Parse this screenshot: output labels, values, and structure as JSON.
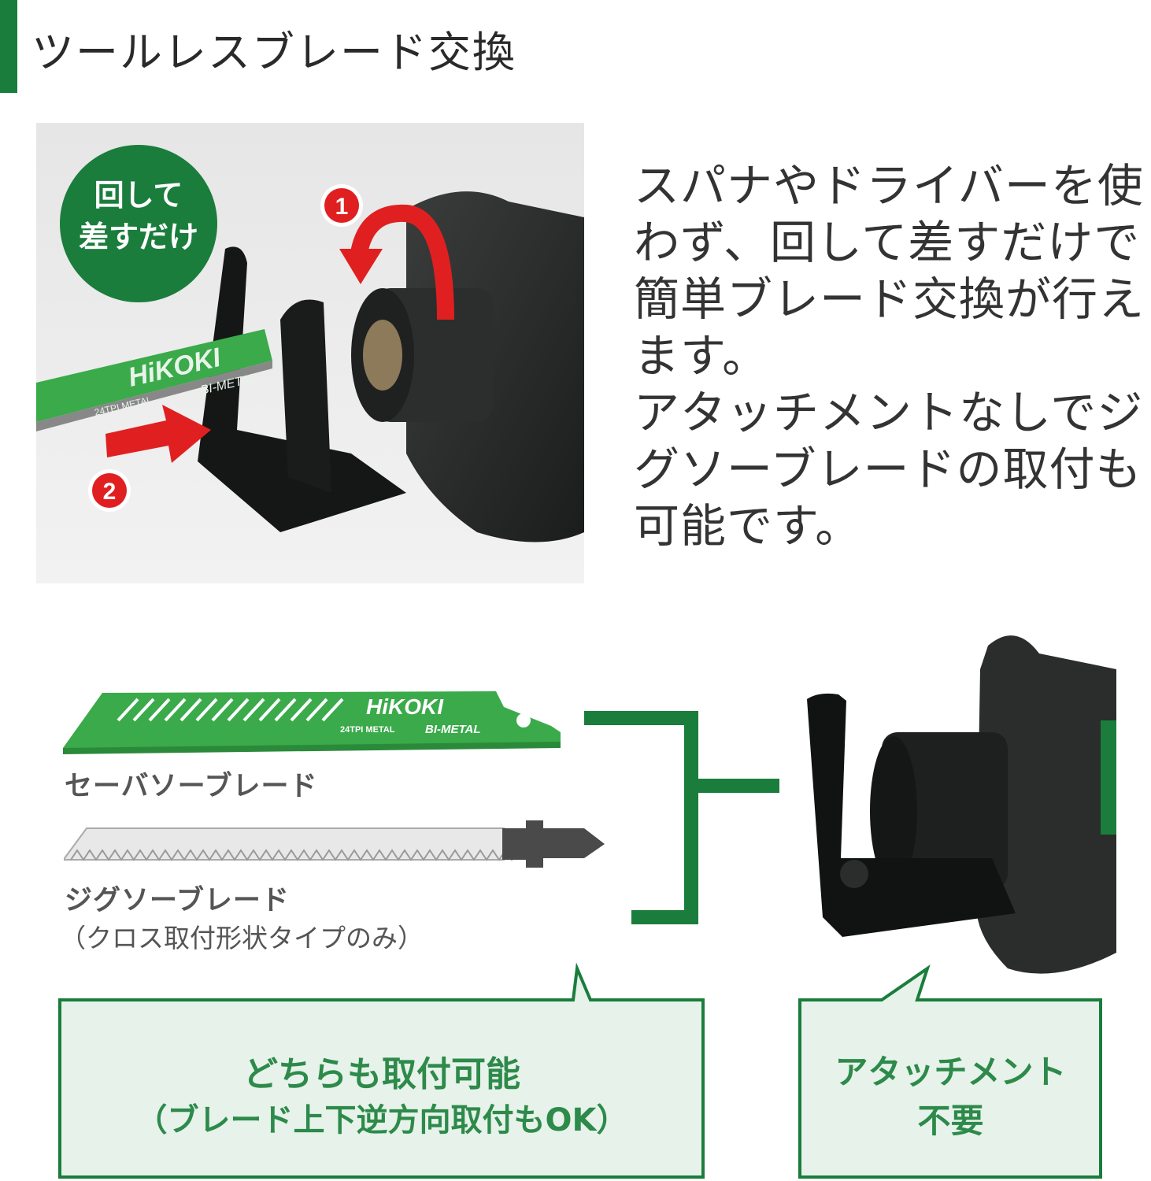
{
  "header": {
    "title": "ツールレスブレード交換",
    "accent_color": "#1a7d3c"
  },
  "photo": {
    "badge_line1": "回して",
    "badge_line2": "差すだけ",
    "step1": "1",
    "step2": "2",
    "blade_brand": "HiKOKI",
    "blade_spec": "24TPI   METAL",
    "blade_type": "BI-METAL"
  },
  "description": {
    "paragraph1": "スパナやドライバーを使わず、回して差すだけで簡単ブレード交換が行えます。",
    "paragraph2": "アタッチメントなしでジグソーブレードの取付も可能です。"
  },
  "diagram": {
    "sabre_blade": {
      "label": "セーバソーブレード",
      "brand": "HiKOKI",
      "spec": "24TPI   METAL",
      "type": "BI-METAL"
    },
    "jigsaw_blade": {
      "label": "ジグソーブレード",
      "note": "（クロス取付形状タイプのみ）"
    },
    "callout_left": {
      "line1": "どちらも取付可能",
      "line2": "（ブレード上下逆方向取付もOK）"
    },
    "callout_right": {
      "line1": "アタッチメント",
      "line2": "不要"
    }
  },
  "colors": {
    "green": "#1a7d3c",
    "blade_green": "#3aaa4a",
    "callout_bg": "#e6f2ea",
    "arrow_red": "#e02020"
  }
}
